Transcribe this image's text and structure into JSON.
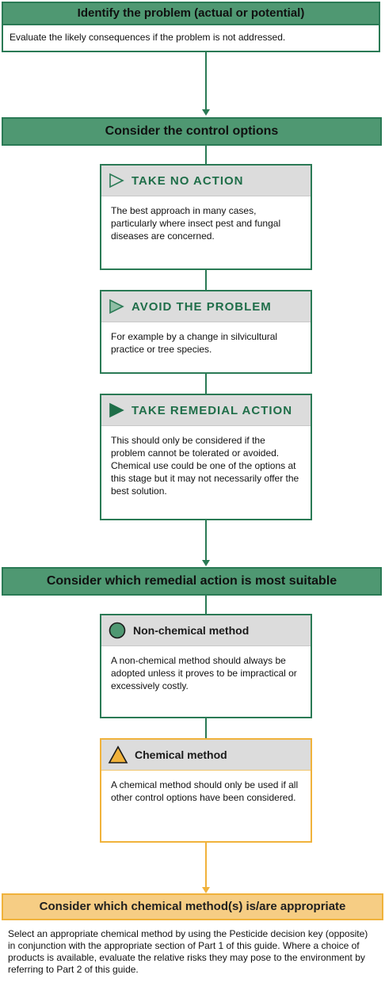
{
  "step1": {
    "title": "Identify the problem (actual or potential)",
    "text": "Evaluate the likely consequences if the problem is not addressed."
  },
  "step2": {
    "title": "Consider the control options"
  },
  "options": [
    {
      "title": "TAKE NO ACTION",
      "icon": "outline-triangle-icon",
      "text": "The best approach in many cases, particularly where insect pest and fungal diseases are concerned."
    },
    {
      "title": "AVOID THE PROBLEM",
      "icon": "half-filled-triangle-icon",
      "text": "For example by a change in silvicultural practice or tree species."
    },
    {
      "title": "TAKE REMEDIAL ACTION",
      "icon": "filled-triangle-icon",
      "text": "This should only be considered if the problem cannot be tolerated or avoided. Chemical use could be one of the options at this stage but it may not necessarily offer the best solution."
    }
  ],
  "step3": {
    "title": "Consider which remedial action is most suitable"
  },
  "methods": [
    {
      "title": "Non-chemical method",
      "icon": "green-circle-icon",
      "text": "A non-chemical method should always be adopted unless it proves to be impractical or excessively costly."
    },
    {
      "title": "Chemical method",
      "icon": "warning-triangle-icon",
      "text": "A chemical method should only be used if all other control options have been considered."
    }
  ],
  "step4": {
    "title": "Consider which chemical method(s) is/are appropriate",
    "text": "Select an appropriate chemical method by using the Pesticide decision key (opposite) in conjunction with the appropriate section of Part 1 of this guide. Where a choice of products is available, evaluate the relative risks they may pose to the environment by referring to Part 2 of this guide."
  },
  "colors": {
    "green": "#4f9872",
    "green_border": "#2a7a55",
    "orange": "#f0b23b",
    "orange_fill": "#f6cd84",
    "card_head_grey": "#dcdcdc"
  }
}
